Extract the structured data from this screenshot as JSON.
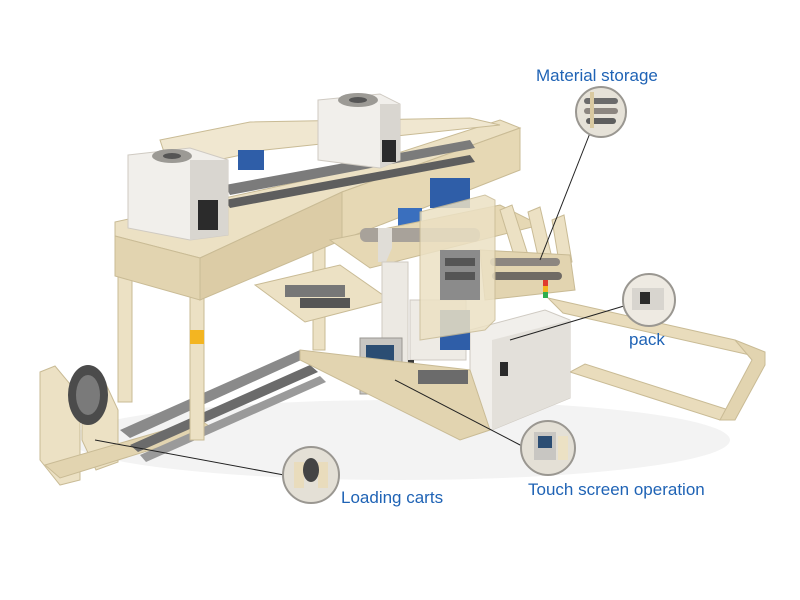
{
  "callouts": {
    "material_storage": "Material storage",
    "pack": "pack",
    "loading_carts": "Loading carts",
    "touch_screen_operation": "Touch screen operation"
  },
  "colors": {
    "label": "#1f63b5",
    "frame": "#ece1c4",
    "frame_shade": "#d3c6a2",
    "housing": "#f1efeb",
    "housing_shade": "#d9d6d0",
    "rail": "#6b6b6b",
    "accent_blue": "#2f5ea8",
    "leader_line": "#222222"
  }
}
